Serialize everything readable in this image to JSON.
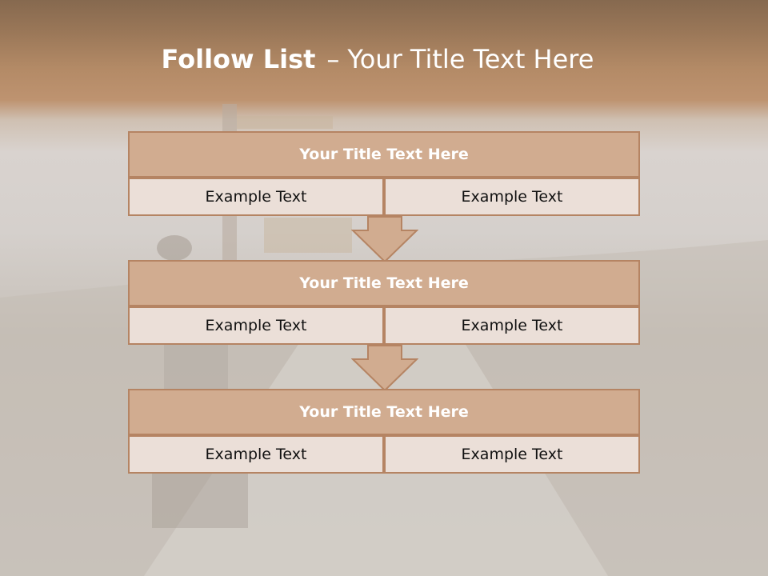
{
  "slide": {
    "title_bold": "Follow List",
    "title_separator": "–",
    "title_rest": "Your Title Text Here"
  },
  "rows": [
    {
      "header": "Your Title Text Here",
      "left": "Example Text",
      "right": "Example Text"
    },
    {
      "header": "Your Title Text Here",
      "left": "Example Text",
      "right": "Example Text"
    },
    {
      "header": "Your Title Text Here",
      "left": "Example Text",
      "right": "Example Text"
    }
  ],
  "colors": {
    "header_fill": "#d1ac90",
    "border": "#b58463",
    "cell_fill": "#ebdfd8",
    "title_band": "#be9370"
  }
}
